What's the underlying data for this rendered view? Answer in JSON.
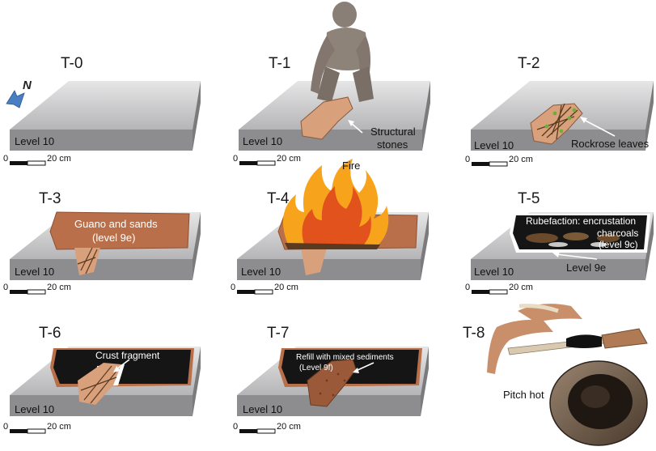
{
  "north_label": "N",
  "level_label": "Level 10",
  "scale": {
    "start": "0",
    "end": "20 cm"
  },
  "panels": [
    {
      "id": "T-0",
      "title": "T-0"
    },
    {
      "id": "T-1",
      "title": "T-1",
      "annotation": [
        "Structural",
        "stones"
      ]
    },
    {
      "id": "T-2",
      "title": "T-2",
      "annotation": [
        "Rockrose leaves"
      ]
    },
    {
      "id": "T-3",
      "title": "T-3",
      "annotation": [
        "Guano and sands",
        "(level 9e)"
      ]
    },
    {
      "id": "T-4",
      "title": "T-4",
      "annotation": [
        "Fire"
      ]
    },
    {
      "id": "T-5",
      "title": "T-5",
      "annotation": [
        "Rubefaction: encrustation",
        "charcoals",
        "(level 9c)",
        "Level 9e"
      ]
    },
    {
      "id": "T-6",
      "title": "T-6",
      "annotation": [
        "Crust fragment"
      ]
    },
    {
      "id": "T-7",
      "title": "T-7",
      "annotation": [
        "Refill with mixed sediments",
        "(Level 9f)"
      ]
    },
    {
      "id": "T-8",
      "title": "T-8",
      "annotation": [
        "Pitch hot"
      ]
    }
  ],
  "colors": {
    "slab_top": "#b9b9bb",
    "slab_top_light": "#e4e4e5",
    "slab_front": "#8c8c8d",
    "sediment": "#b9704a",
    "sediment_dark": "#8e4f2f",
    "crust": "#151515",
    "roots": "#5a3a20",
    "leaves": "#6fae3a",
    "flame_outer": "#f7a41c",
    "flame_inner": "#e2521d",
    "north_arrow": "#4a7ec2"
  }
}
